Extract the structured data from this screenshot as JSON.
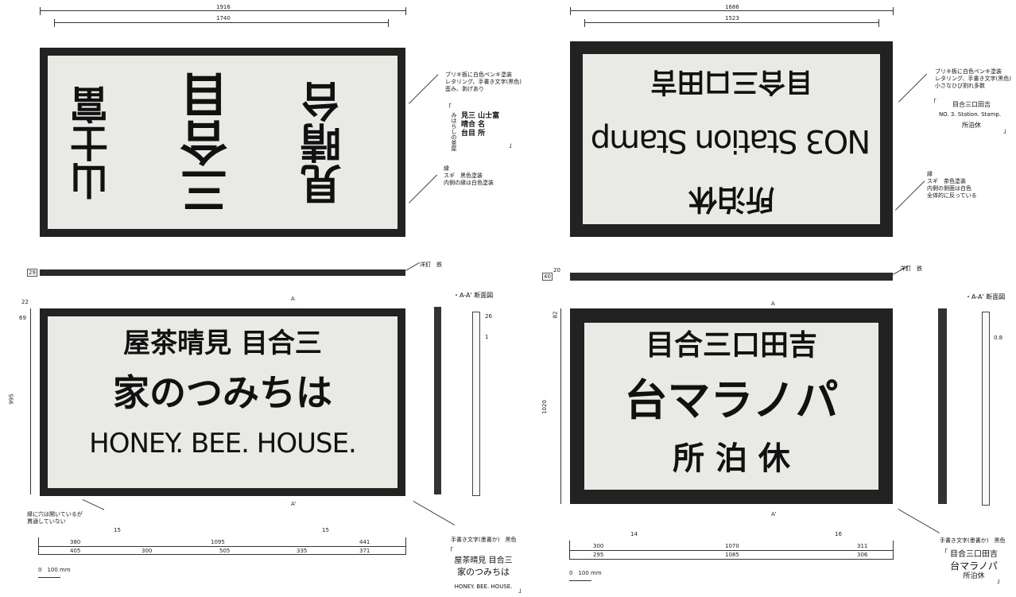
{
  "left": {
    "top_dims": [
      "1916",
      "1740"
    ],
    "back_sign_rotated": {
      "line1": "見晴台",
      "line2": "三合目",
      "line3": "山士富"
    },
    "notes_top": "ブリキ板に白色ペンキ塗装\nレタリング、手書き文字(黒色)\n歪み、剥げあり",
    "inscription_bracket_open": "「",
    "inscription_vertical": "見三 山士富\n晴合 名\n台目 所",
    "inscription_small": "みはらしの茶屋",
    "inscription_bracket_close": "」",
    "notes_frame": "縁\nスギ　黒色塗装\n内側の縁は白色塗装",
    "rail_dim": "29",
    "rail_note": "洋釘　鉄",
    "section_marker_top": "A",
    "section_marker_bottom": "A'",
    "section_title": "・A-A' 断面図",
    "section_dims": [
      "26",
      "1"
    ],
    "front_sign": {
      "line1": "屋茶晴見 目合三",
      "line2": "家のつみちは",
      "line3": "HONEY. BEE. HOUSE."
    },
    "height_dims": [
      "22",
      "69",
      "995"
    ],
    "hole_note": "縁に穴は開いているが\n貫通していない",
    "nail_dims": [
      "15",
      "15"
    ],
    "bottom_dims_row1": [
      "380",
      "1095",
      "441"
    ],
    "bottom_dims_row2": [
      "405",
      "300",
      "505",
      "335",
      "371"
    ],
    "scale": "0　100 mm",
    "ink_note": "手書き文字(墨書か)　黒色",
    "caption_lines": [
      "屋茶晴見 目合三",
      "家のつみちは",
      "HONEY. BEE. HOUSE."
    ],
    "caption_open": "「",
    "caption_close": "」"
  },
  "right": {
    "top_dims": [
      "1686",
      "1523"
    ],
    "back_sign_rotated": {
      "line1": "所泊休",
      "line2": "NO3 Station Stamp",
      "line3": "目合三口田吉"
    },
    "notes_top": "ブリキ板に白色ペンキ塗装\nレタリング、手書き文字(黒色)\n小さなひび割れ多数",
    "inscription_bracket_open": "「",
    "inscription_lines": [
      "目合三口田吉",
      "NO. 3. Station. Stamp.",
      "所泊休"
    ],
    "inscription_bracket_close": "」",
    "notes_frame": "縁\nスギ　茶色塗装\n内側の側面は白色\n全体的に反っている",
    "rail_dims": [
      "40",
      "20"
    ],
    "rail_note": "洋釘　鉄",
    "section_marker_top": "A",
    "section_marker_bottom": "A'",
    "section_title": "・A-A' 断面図",
    "section_dims": [
      "0.8"
    ],
    "front_sign": {
      "line1": "目合三口田吉",
      "line2": "台マラノパ",
      "line3": "所 泊 休"
    },
    "height_dims": [
      "82",
      "1020"
    ],
    "nail_dims": [
      "14",
      "16"
    ],
    "bottom_dims_row1": [
      "300",
      "1070",
      "311"
    ],
    "bottom_dims_row2": [
      "295",
      "1085",
      "306"
    ],
    "scale": "0　100 mm",
    "ink_note": "手書き文字(墨書か)　黒色",
    "caption_lines": [
      "目合三口田吉",
      "台マラノパ",
      "所泊休"
    ],
    "caption_open": "「",
    "caption_close": "」"
  }
}
